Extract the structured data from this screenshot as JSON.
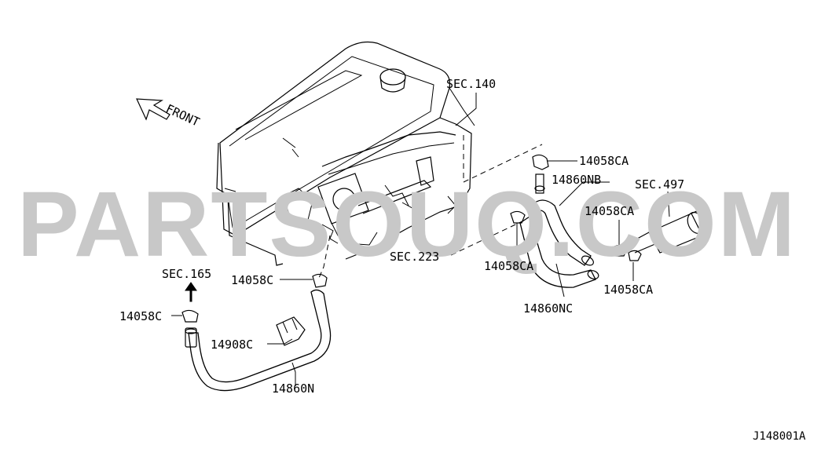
{
  "watermark": "PARTSOUQ.COM",
  "orientation": {
    "front_label": "FRONT"
  },
  "labels": {
    "sec140": "SEC.140",
    "sec223": "SEC.223",
    "sec497": "SEC.497",
    "sec165": "SEC.165",
    "clamp_14058CA_top": "14058CA",
    "hose_14860NB": "14860NB",
    "clamp_14058CA_mid": "14058CA",
    "clamp_14058CA_left": "14058CA",
    "clamp_14058CA_right": "14058CA",
    "hose_14860NC": "14860NC",
    "clamp_14058C_upper": "14058C",
    "clamp_14058C_lower": "14058C",
    "part_14908C": "14908C",
    "hose_14860N": "14860N"
  },
  "diagram_id": "J148001A"
}
